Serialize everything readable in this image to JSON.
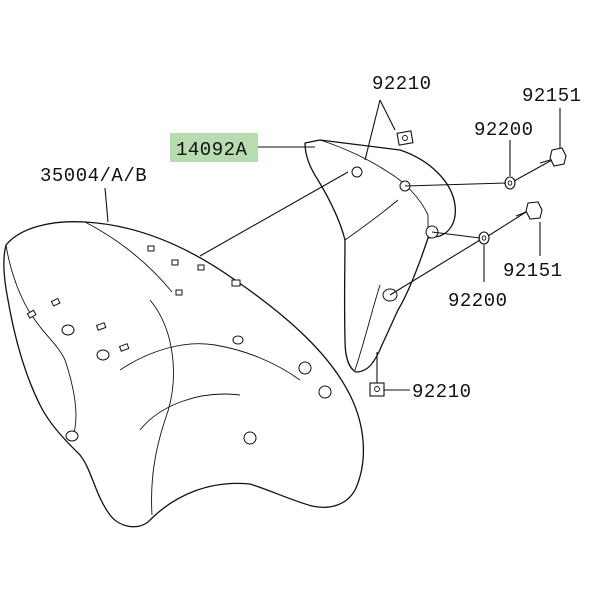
{
  "labels": {
    "fender": "35004/A/B",
    "cover": "14092A",
    "nut_top": "92210",
    "washer_top": "92200",
    "bolt_top": "92151",
    "bolt_bottom": "92151",
    "washer_bottom": "92200",
    "nut_bottom": "92210"
  },
  "colors": {
    "highlight": "#b6dcb0",
    "line": "#111111",
    "background": "#ffffff"
  }
}
